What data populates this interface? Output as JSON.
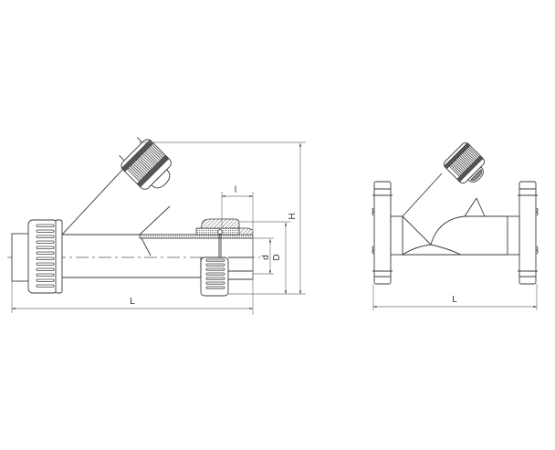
{
  "figure": {
    "description": "Technical drawing of a Y-strainer (filter valve): union-end version (left, part section) and flanged version (right)",
    "views": [
      {
        "id": "union-end-view",
        "dimension_labels": {
          "length": "L",
          "height": "H",
          "socket_depth": "l",
          "inner_diameter": "d",
          "outer_diameter": "D"
        }
      },
      {
        "id": "flanged-view",
        "dimension_labels": {
          "length": "L"
        }
      }
    ],
    "colors": {
      "line": "#3a3a3a",
      "dimension": "#777777",
      "background": "#ffffff"
    }
  }
}
